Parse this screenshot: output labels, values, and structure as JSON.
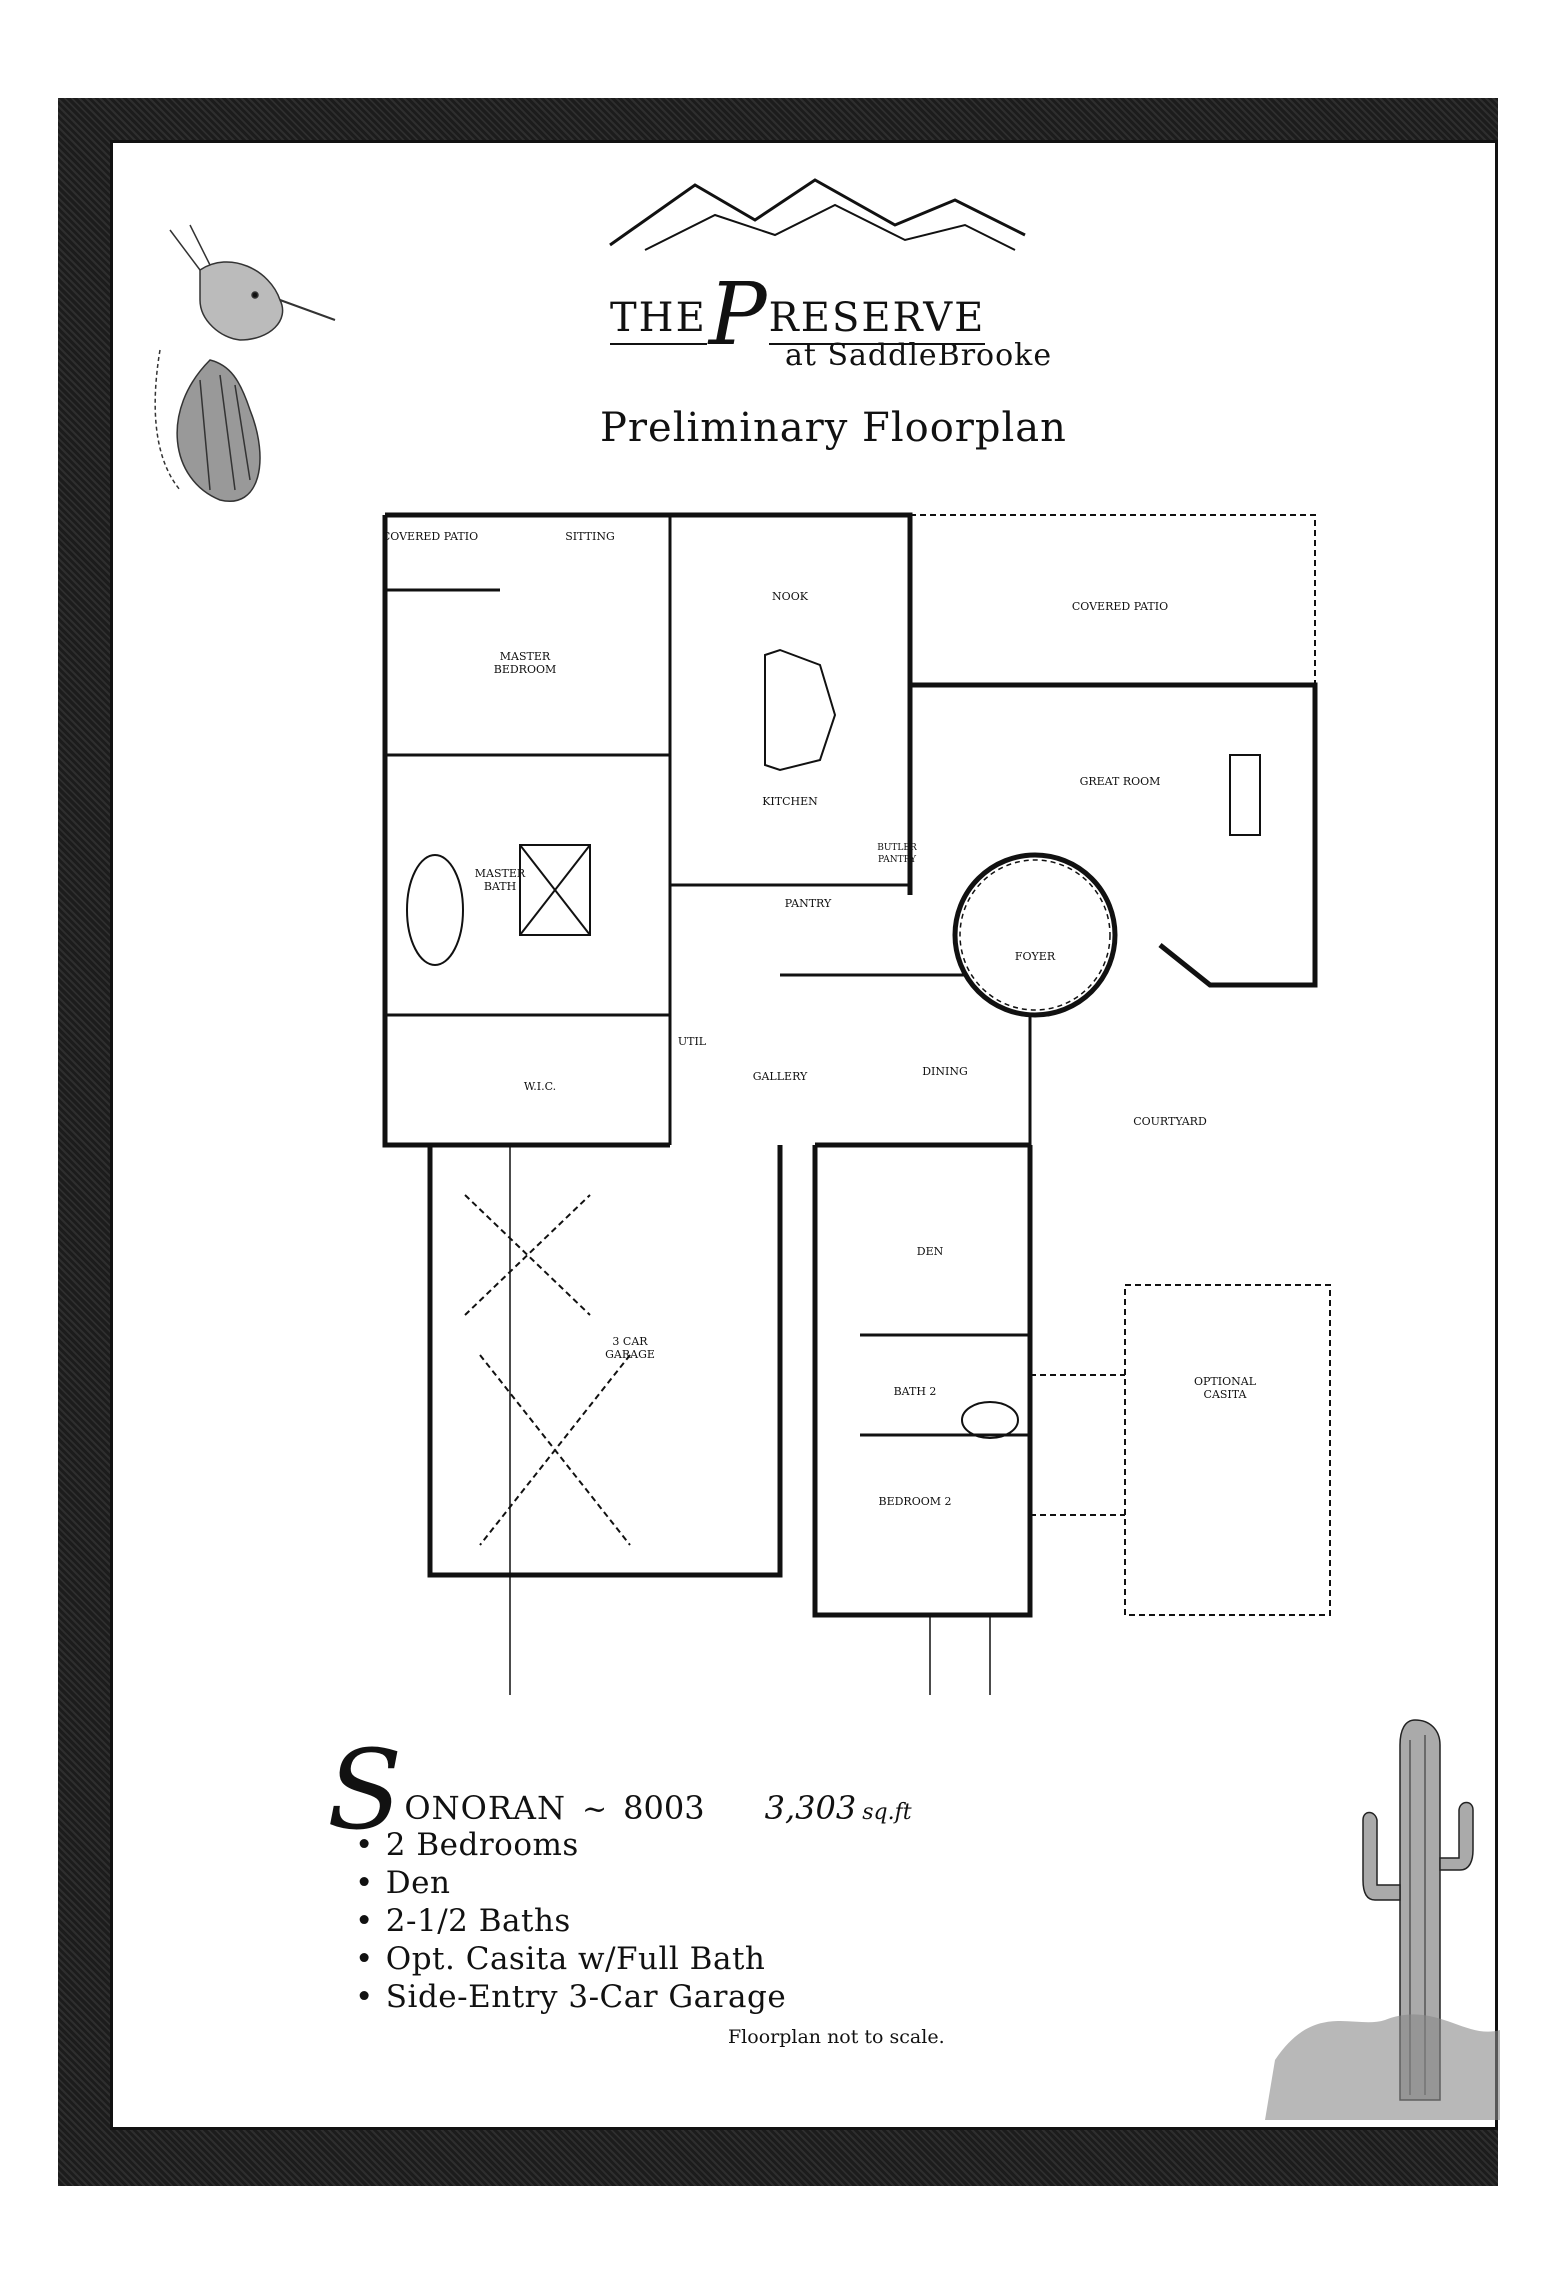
{
  "brand": {
    "the": "THE",
    "p_initial": "P",
    "reserve": "RESERVE",
    "sub": "at SaddleBrooke"
  },
  "page_title": "Preliminary Floorplan",
  "rooms": {
    "covered_patio_left": "COVERED PATIO",
    "sitting": "SITTING",
    "master_bedroom_1": "MASTER",
    "master_bedroom_2": "BEDROOM",
    "nook": "NOOK",
    "covered_patio_right": "COVERED PATIO",
    "great_room": "GREAT ROOM",
    "kitchen": "KITCHEN",
    "master_bath_1": "MASTER",
    "master_bath_2": "BATH",
    "pantry": "PANTRY",
    "butler_pantry_1": "BUTLER",
    "butler_pantry_2": "PANTRY",
    "foyer": "FOYER",
    "util": "UTIL",
    "wic": "W.I.C.",
    "gallery": "GALLERY",
    "dining": "DINING",
    "courtyard": "COURTYARD",
    "den": "DEN",
    "garage_1": "3 CAR",
    "garage_2": "GARAGE",
    "bath2": "BATH 2",
    "optional_casita_1": "OPTIONAL",
    "optional_casita_2": "CASITA",
    "bedroom2": "BEDROOM 2"
  },
  "model": {
    "initial": "S",
    "name": "ONORAN",
    "separator": "~",
    "number": "8003",
    "sqft_value": "3,303",
    "sqft_unit": "sq.ft"
  },
  "features": [
    "2 Bedrooms",
    "Den",
    "2-1/2 Baths",
    "Opt. Casita w/Full Bath",
    "Side-Entry 3-Car Garage"
  ],
  "footnote": "Floorplan not to scale.",
  "colors": {
    "ink": "#111111",
    "frame": "#1c1c1c",
    "paper": "#ffffff"
  },
  "icons": [
    "cactus-wren-illustration",
    "saguaro-cactus-illustration",
    "mountain-logo"
  ]
}
